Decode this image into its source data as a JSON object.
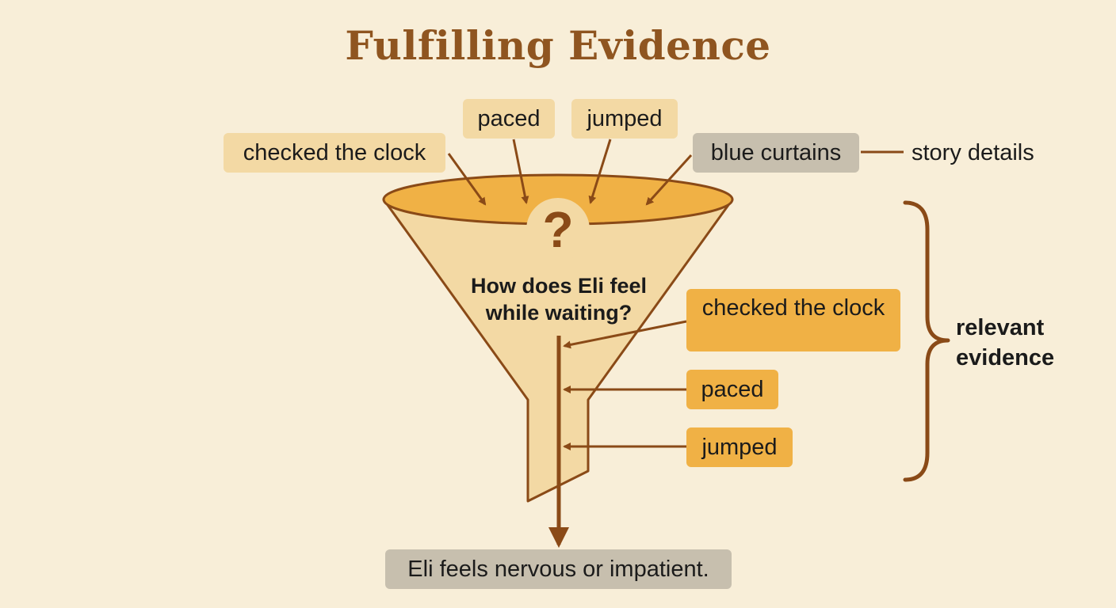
{
  "title": "Fulfilling Evidence",
  "story_details": {
    "label": "story details",
    "items": [
      "checked the clock",
      "paced",
      "jumped",
      "blue curtains"
    ]
  },
  "funnel": {
    "symbol": "?",
    "question_line1": "How does Eli feel",
    "question_line2": "while waiting?"
  },
  "relevant_evidence": {
    "label_line1": "relevant",
    "label_line2": "evidence",
    "items": [
      "checked the clock",
      "paced",
      "jumped"
    ]
  },
  "conclusion": "Eli feels nervous or impatient.",
  "colors": {
    "background": "#f8eed8",
    "title": "#8f5520",
    "arrow": "#8a4a17",
    "funnel_fill": "#f3d9a4",
    "funnel_rim": "#f0b145",
    "chip_pale": "#f3d9a4",
    "chip_gold": "#f0b145",
    "chip_gray": "#c7bfae"
  }
}
